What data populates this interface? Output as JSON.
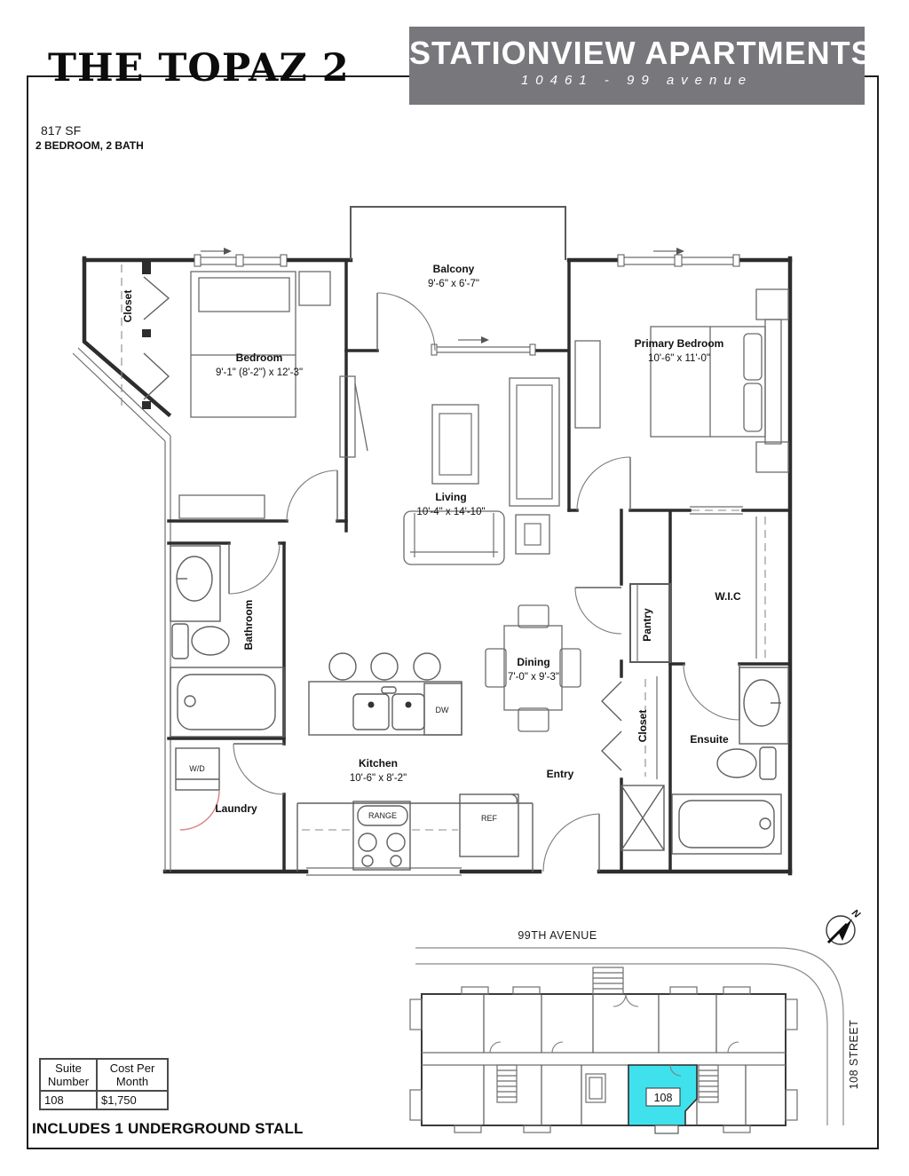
{
  "header": {
    "title": "THE TOPAZ 2",
    "area_label": "817 SF",
    "type_label": "2 BEDROOM, 2 BATH",
    "banner": {
      "name": "STATIONVIEW APARTMENTS",
      "address": "10461 - 99 avenue"
    }
  },
  "floorplan": {
    "rooms": {
      "closet": {
        "label": "Closet"
      },
      "bedroom": {
        "label": "Bedroom",
        "dims": "9'-1\" (8'-2\") x 12'-3\""
      },
      "balcony": {
        "label": "Balcony",
        "dims": "9'-6\" x 6'-7\""
      },
      "primary_bedroom": {
        "label": "Primary Bedroom",
        "dims": "10'-6\" x 11'-0\""
      },
      "living": {
        "label": "Living",
        "dims": "10'-4\" x 14'-10\""
      },
      "bathroom": {
        "label": "Bathroom"
      },
      "dining": {
        "label": "Dining",
        "dims": "7'-0\" x 9'-3\""
      },
      "kitchen": {
        "label": "Kitchen",
        "dims": "10'-6\" x 8'-2\""
      },
      "pantry": {
        "label": "Pantry"
      },
      "wic": {
        "label": "W.I.C"
      },
      "hall_closet": {
        "label": "Closet"
      },
      "ensuite": {
        "label": "Ensuite"
      },
      "entry": {
        "label": "Entry"
      },
      "laundry": {
        "label": "Laundry"
      }
    },
    "appliances": {
      "washer_dryer": "W/D",
      "dishwasher": "DW",
      "range": "RANGE",
      "fridge": "REF"
    }
  },
  "siteplan": {
    "avenue_label": "99TH AVENUE",
    "street_label": "108 STREET",
    "compass_north": "N",
    "highlighted_unit": {
      "number": "108",
      "color": "#3FE2EC"
    }
  },
  "pricing_table": {
    "columns": [
      "Suite Number",
      "Cost Per Month"
    ],
    "rows": [
      {
        "suite": "108",
        "cost": "$1,750"
      }
    ]
  },
  "footnote": "INCLUDES 1 UNDERGROUND STALL",
  "colors": {
    "banner_bg": "#78777C",
    "banner_fg": "#FFFFFF",
    "wall": "#2D2D2D",
    "unit_highlight": "#3FE2EC",
    "laundry_door_arc": "#D98080"
  }
}
